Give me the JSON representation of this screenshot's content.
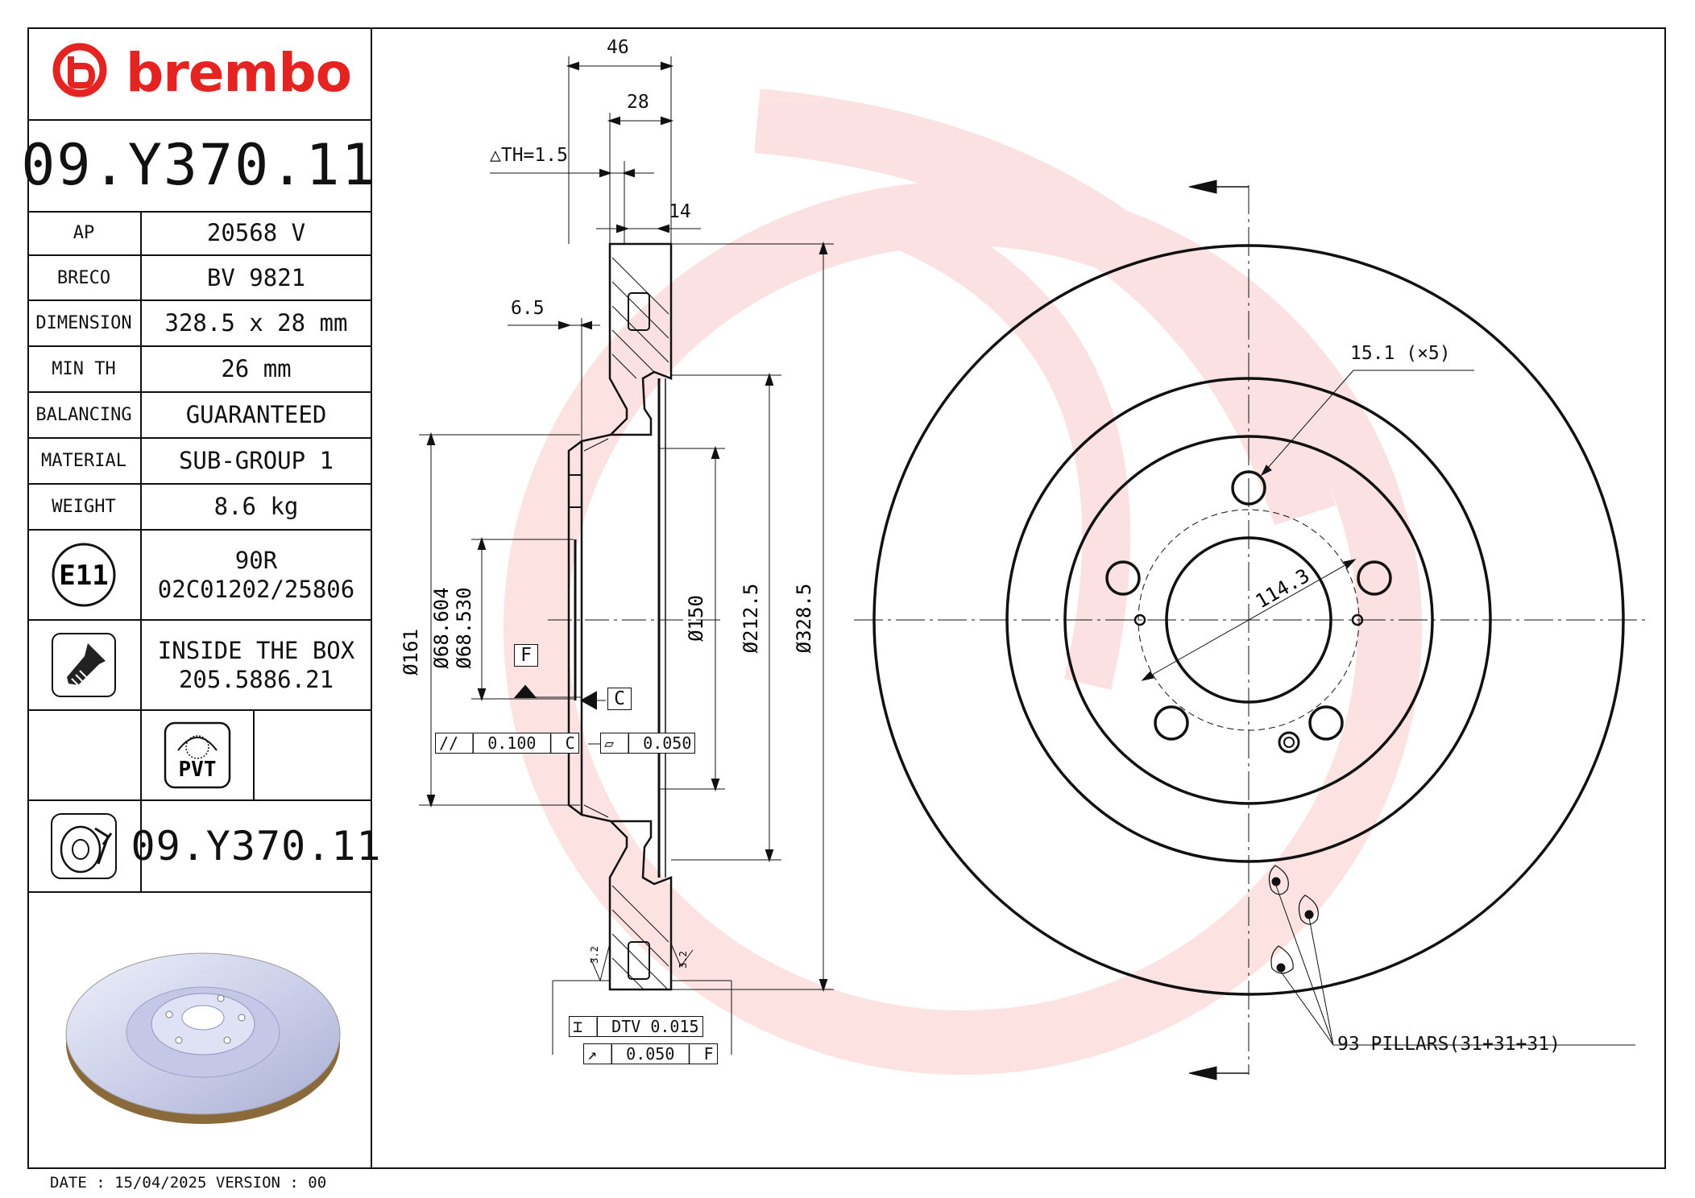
{
  "brand": {
    "name": "brembo",
    "logo_color": "#e52421"
  },
  "part_number": "09.Y370.11",
  "specs": [
    {
      "key": "AP",
      "value": "20568 V"
    },
    {
      "key": "BRECO",
      "value": "BV 9821"
    },
    {
      "key": "DIMENSION",
      "value": "328.5 x 28 mm"
    },
    {
      "key": "MIN TH",
      "value": "26 mm"
    },
    {
      "key": "BALANCING",
      "value": "GUARANTEED"
    },
    {
      "key": "MATERIAL",
      "value": "SUB-GROUP 1"
    },
    {
      "key": "WEIGHT",
      "value": "8.6 kg"
    }
  ],
  "certification": {
    "mark": "E11",
    "line1": "90R",
    "line2": "02C01202/25806"
  },
  "inside_box": {
    "line1": "INSIDE THE BOX",
    "line2": "205.5886.21",
    "icon": "screw-icon"
  },
  "coating": {
    "label": "PVT",
    "icon": "pvt-icon"
  },
  "footer_part": {
    "value": "09.Y370.11",
    "icon": "disc-caliper-icon"
  },
  "date_line": "DATE : 15/04/2025 VERSION : 00",
  "drawing": {
    "dim_46": "46",
    "dim_28": "28",
    "dim_th": "△TH=1.5",
    "dim_14": "14",
    "dim_65": "6.5",
    "dia_161": "Ø161",
    "dia_68604": "Ø68.604",
    "dia_68530": "Ø68.530",
    "dia_150": "Ø150",
    "dia_2125": "Ø212.5",
    "dia_3285": "Ø328.5",
    "datum_f": "F",
    "datum_c": "C",
    "tol_parallel": "0.100",
    "tol_parallel_ref": "C",
    "tol_flat": "0.050",
    "dtv": "DTV 0.015",
    "runout": "0.050",
    "runout_ref": "F",
    "rough_1": "3.2",
    "rough_2": "3.2",
    "pcd": "114.3",
    "holes": "15.1 (×5)",
    "pillars": "93 PILLARS(31+31+31)"
  }
}
